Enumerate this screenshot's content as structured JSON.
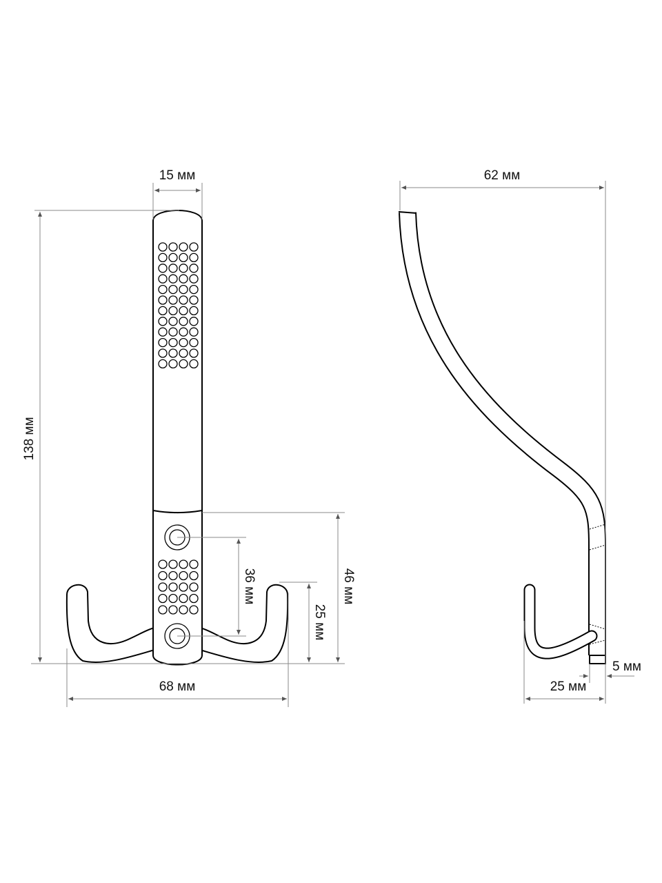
{
  "front_view": {
    "height_label": "138 мм",
    "width_label": "15 мм",
    "span_label": "68 мм",
    "screw_spacing_label": "36 мм",
    "hook_height_label": "25 мм",
    "lower_part_label": "46 мм"
  },
  "side_view": {
    "depth_label": "62 мм",
    "plate_label": "5 мм",
    "hook_depth_label": "25 мм"
  },
  "colors": {
    "line": "#000000",
    "dimension": "#8a8a8a"
  }
}
